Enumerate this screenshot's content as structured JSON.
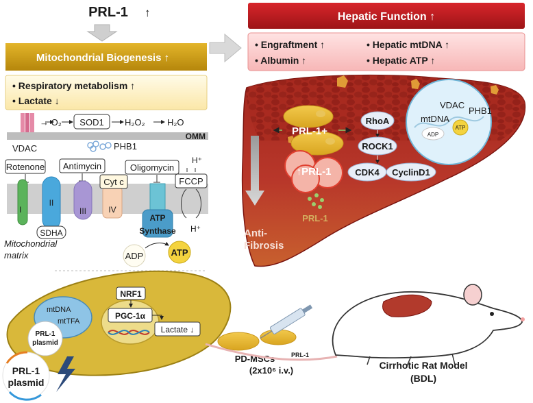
{
  "top": {
    "prl1": "PRL-1"
  },
  "left": {
    "banner": "Mitochondrial Biogenesis ↑",
    "bullets": [
      "• Respiratory metabolism ↑",
      "• Lactate ↓"
    ]
  },
  "etc": {
    "o2": "→ O₂",
    "sod1": "SOD1",
    "h2o2": "H₂O₂",
    "h2o": "H₂O",
    "omm": "OMM",
    "vdac": "VDAC",
    "phb1": "PHB1",
    "rotenone": "Rotenone",
    "antimycin": "Antimycin",
    "oligomycin": "Oligomycin",
    "fccp": "FCCP",
    "h_plus": "H⁺",
    "cytc": "Cyt c",
    "complexes": [
      "I",
      "II",
      "III",
      "IV"
    ],
    "sdha": "SDHA",
    "atp_synthase": [
      "ATP",
      "Synthase"
    ],
    "adp": "ADP",
    "atp": "ATP",
    "matrix": [
      "Mitochondrial",
      "matrix"
    ]
  },
  "right": {
    "banner": "Hepatic Function ↑",
    "items": [
      "• Engraftment ↑",
      "• Hepatic mtDNA ↑",
      "• Albumin ↑",
      "• Hepatic ATP ↑"
    ]
  },
  "liver": {
    "prl1_plus": "PRL-1+",
    "prl1": "↑PRL-1",
    "prl1_secreted": "PRL-1",
    "rhoa": "RhoA",
    "rock1": "ROCK1",
    "cdk4": "CDK4",
    "cyclind1": "CyclinD1",
    "anti_fibrosis": [
      "Anti-",
      "Fibrosis"
    ],
    "inset": {
      "vdac": "VDAC",
      "phb1": "PHB1",
      "mtdna": "mtDNA",
      "adp": "ADP",
      "atp": "ATP"
    }
  },
  "cell": {
    "mtdna": "mtDNA",
    "mttfa": "mtTFA",
    "nrf1": "NRF1",
    "pgc1a": "PGC-1α",
    "lactate": "Lactate ↓",
    "plasmid": [
      "PRL-1",
      "plasmid"
    ]
  },
  "bottom": {
    "pd_mscs": "PD-MSCs",
    "pd_mscs_sup": "PRL-1",
    "dose": "(2x10⁶ i.v.)",
    "rat_model": "Cirrhotic Rat Model",
    "bdl": "(BDL)"
  },
  "colors": {
    "hepatic_banner": "#c81e23",
    "mito_banner": "#c99a16",
    "liver": "#a3261d",
    "stem_cell": "#d9b83a"
  }
}
